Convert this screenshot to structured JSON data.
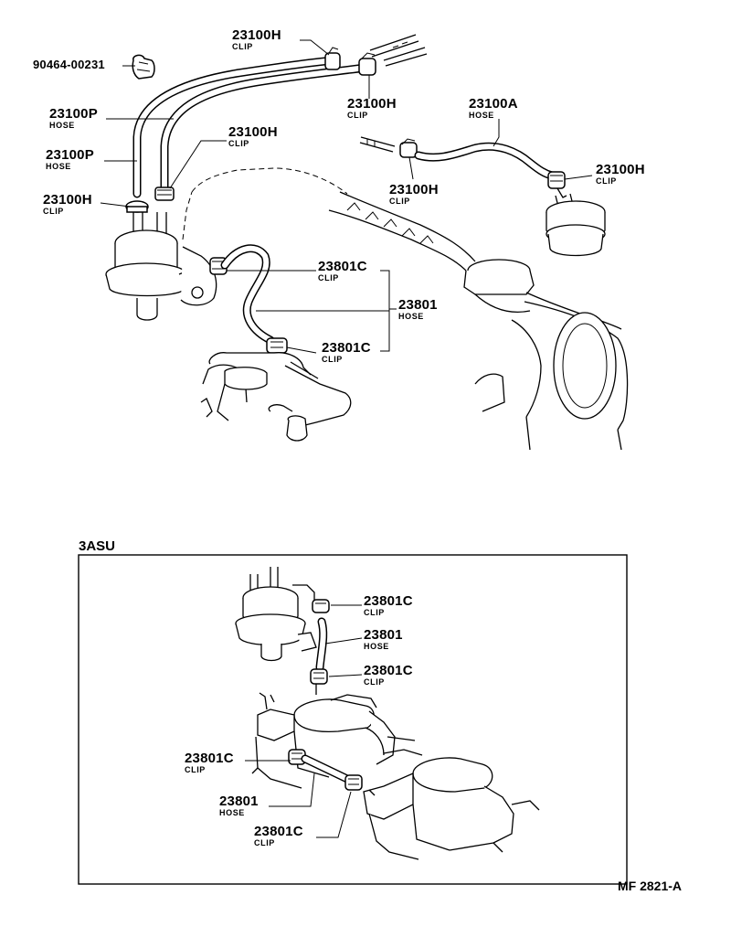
{
  "figure_code": "MF 2821-A",
  "frame_title": "3ASU",
  "callouts": {
    "c1": {
      "part": "90464-00231",
      "desc": ""
    },
    "c2": {
      "part": "23100H",
      "desc": "CLIP"
    },
    "c3": {
      "part": "23100H",
      "desc": "CLIP"
    },
    "c4": {
      "part": "23100P",
      "desc": "HOSE"
    },
    "c5": {
      "part": "23100P",
      "desc": "HOSE"
    },
    "c6": {
      "part": "23100H",
      "desc": "CLIP"
    },
    "c7": {
      "part": "23100H",
      "desc": "CLIP"
    },
    "c8": {
      "part": "23100A",
      "desc": "HOSE"
    },
    "c9": {
      "part": "23100H",
      "desc": "CLIP"
    },
    "c10": {
      "part": "23100H",
      "desc": "CLIP"
    },
    "c11": {
      "part": "23801C",
      "desc": "CLIP"
    },
    "c12": {
      "part": "23801",
      "desc": "HOSE"
    },
    "c13": {
      "part": "23801C",
      "desc": "CLIP"
    },
    "c14": {
      "part": "23801C",
      "desc": "CLIP"
    },
    "c15": {
      "part": "23801",
      "desc": "HOSE"
    },
    "c16": {
      "part": "23801C",
      "desc": "CLIP"
    },
    "c17": {
      "part": "23801C",
      "desc": "CLIP"
    },
    "c18": {
      "part": "23801",
      "desc": "HOSE"
    },
    "c19": {
      "part": "23801C",
      "desc": "CLIP"
    }
  }
}
